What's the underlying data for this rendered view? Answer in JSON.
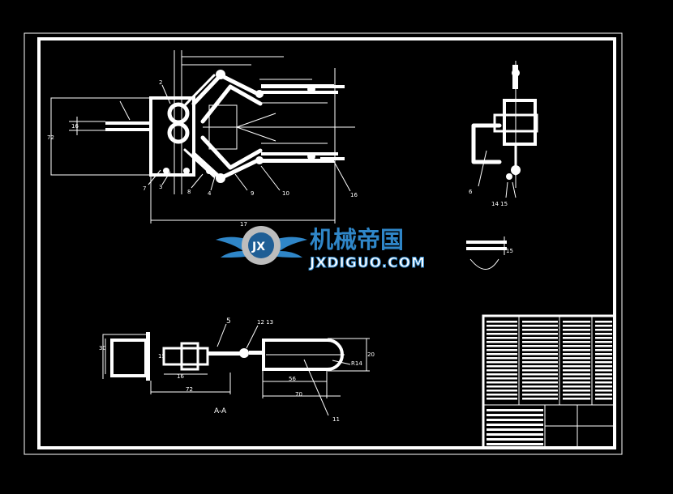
{
  "drawing": {
    "section_label": "A-A",
    "main_view_labels": {
      "p2": "2",
      "p7": "7",
      "p3": "3",
      "p8": "8",
      "p4": "4",
      "p9": "9",
      "p10": "10",
      "p16": "16",
      "p17": "17",
      "d72": "72",
      "d1": "16"
    },
    "side_view_labels": {
      "p6": "6",
      "p14_15": "14 15",
      "d15": "15"
    },
    "section_view_labels": {
      "p5": "5",
      "p12_13": "12 13",
      "p11": "11",
      "d30": "30",
      "d15": "15",
      "d16": "16",
      "d72": "72",
      "d56": "56",
      "d70": "70",
      "d20": "20",
      "r14": "R14"
    }
  },
  "watermark": {
    "cn": "机械帝国",
    "en": "JXDIGUO.COM",
    "logo": "JX"
  },
  "colors": {
    "background": "#000000",
    "lines": "#ffffff",
    "watermark_blue": "#2f86c8"
  }
}
